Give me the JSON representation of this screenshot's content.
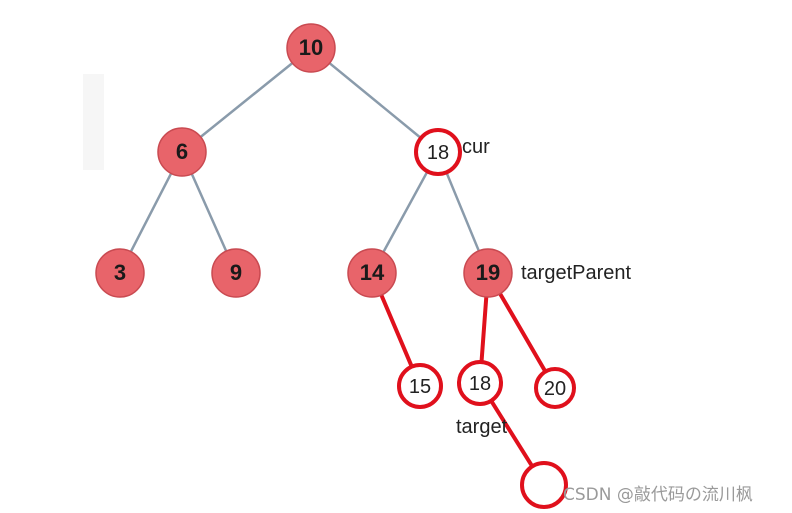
{
  "diagram": {
    "nodes": [
      {
        "id": "n10",
        "label": "10",
        "style": "filled"
      },
      {
        "id": "n6",
        "label": "6",
        "style": "filled"
      },
      {
        "id": "n18cur",
        "label": "18",
        "style": "outline"
      },
      {
        "id": "n3",
        "label": "3",
        "style": "filled"
      },
      {
        "id": "n9",
        "label": "9",
        "style": "filled"
      },
      {
        "id": "n14",
        "label": "14",
        "style": "filled"
      },
      {
        "id": "n19",
        "label": "19",
        "style": "filled"
      },
      {
        "id": "n15",
        "label": "15",
        "style": "outline"
      },
      {
        "id": "n18target",
        "label": "18",
        "style": "outline"
      },
      {
        "id": "n20",
        "label": "20",
        "style": "outline"
      },
      {
        "id": "nempty",
        "label": "",
        "style": "outline"
      }
    ],
    "edges": [
      {
        "from": "n10",
        "to": "n6",
        "style": "gray"
      },
      {
        "from": "n10",
        "to": "n18cur",
        "style": "gray"
      },
      {
        "from": "n6",
        "to": "n3",
        "style": "gray"
      },
      {
        "from": "n6",
        "to": "n9",
        "style": "gray"
      },
      {
        "from": "n18cur",
        "to": "n14",
        "style": "gray"
      },
      {
        "from": "n18cur",
        "to": "n19",
        "style": "gray"
      },
      {
        "from": "n14",
        "to": "n15",
        "style": "red"
      },
      {
        "from": "n19",
        "to": "n18target",
        "style": "red"
      },
      {
        "from": "n19",
        "to": "n20",
        "style": "red"
      },
      {
        "from": "n18target",
        "to": "nempty",
        "style": "red"
      }
    ],
    "annotations": [
      {
        "id": "ann-cur",
        "text": "cur"
      },
      {
        "id": "ann-targetparent",
        "text": "targetParent"
      },
      {
        "id": "ann-target",
        "text": "target"
      }
    ],
    "watermark": "CSDN @敲代码の流川枫"
  },
  "colors": {
    "node_fill": "#e8646a",
    "node_stroke": "#c94a51",
    "edge_gray": "#8a9bab",
    "edge_red": "#e0101c",
    "outline_red": "#e0101c"
  }
}
